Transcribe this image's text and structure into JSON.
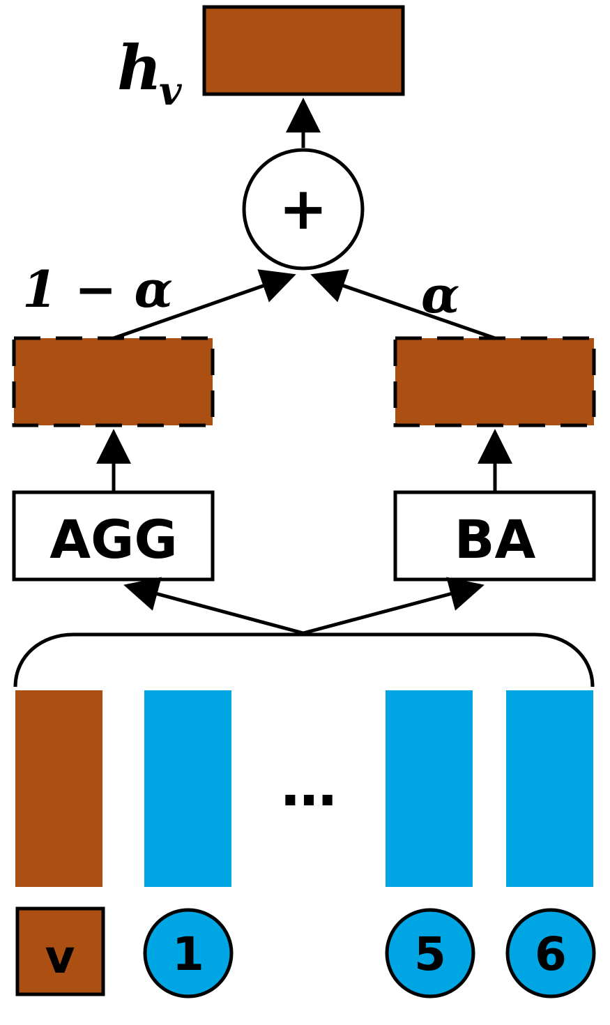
{
  "output_label_main": "h",
  "output_label_sub": "v",
  "plus_symbol": "+",
  "weight_left": "1 − α",
  "weight_right": "α",
  "agg_label": "AGG",
  "ba_label": "BA",
  "ellipsis": "…",
  "node_v": "v",
  "node_1": "1",
  "node_5": "5",
  "node_6": "6",
  "colors": {
    "brown": "#ab5012",
    "blue": "#00a5e3",
    "stroke": "#000000"
  }
}
